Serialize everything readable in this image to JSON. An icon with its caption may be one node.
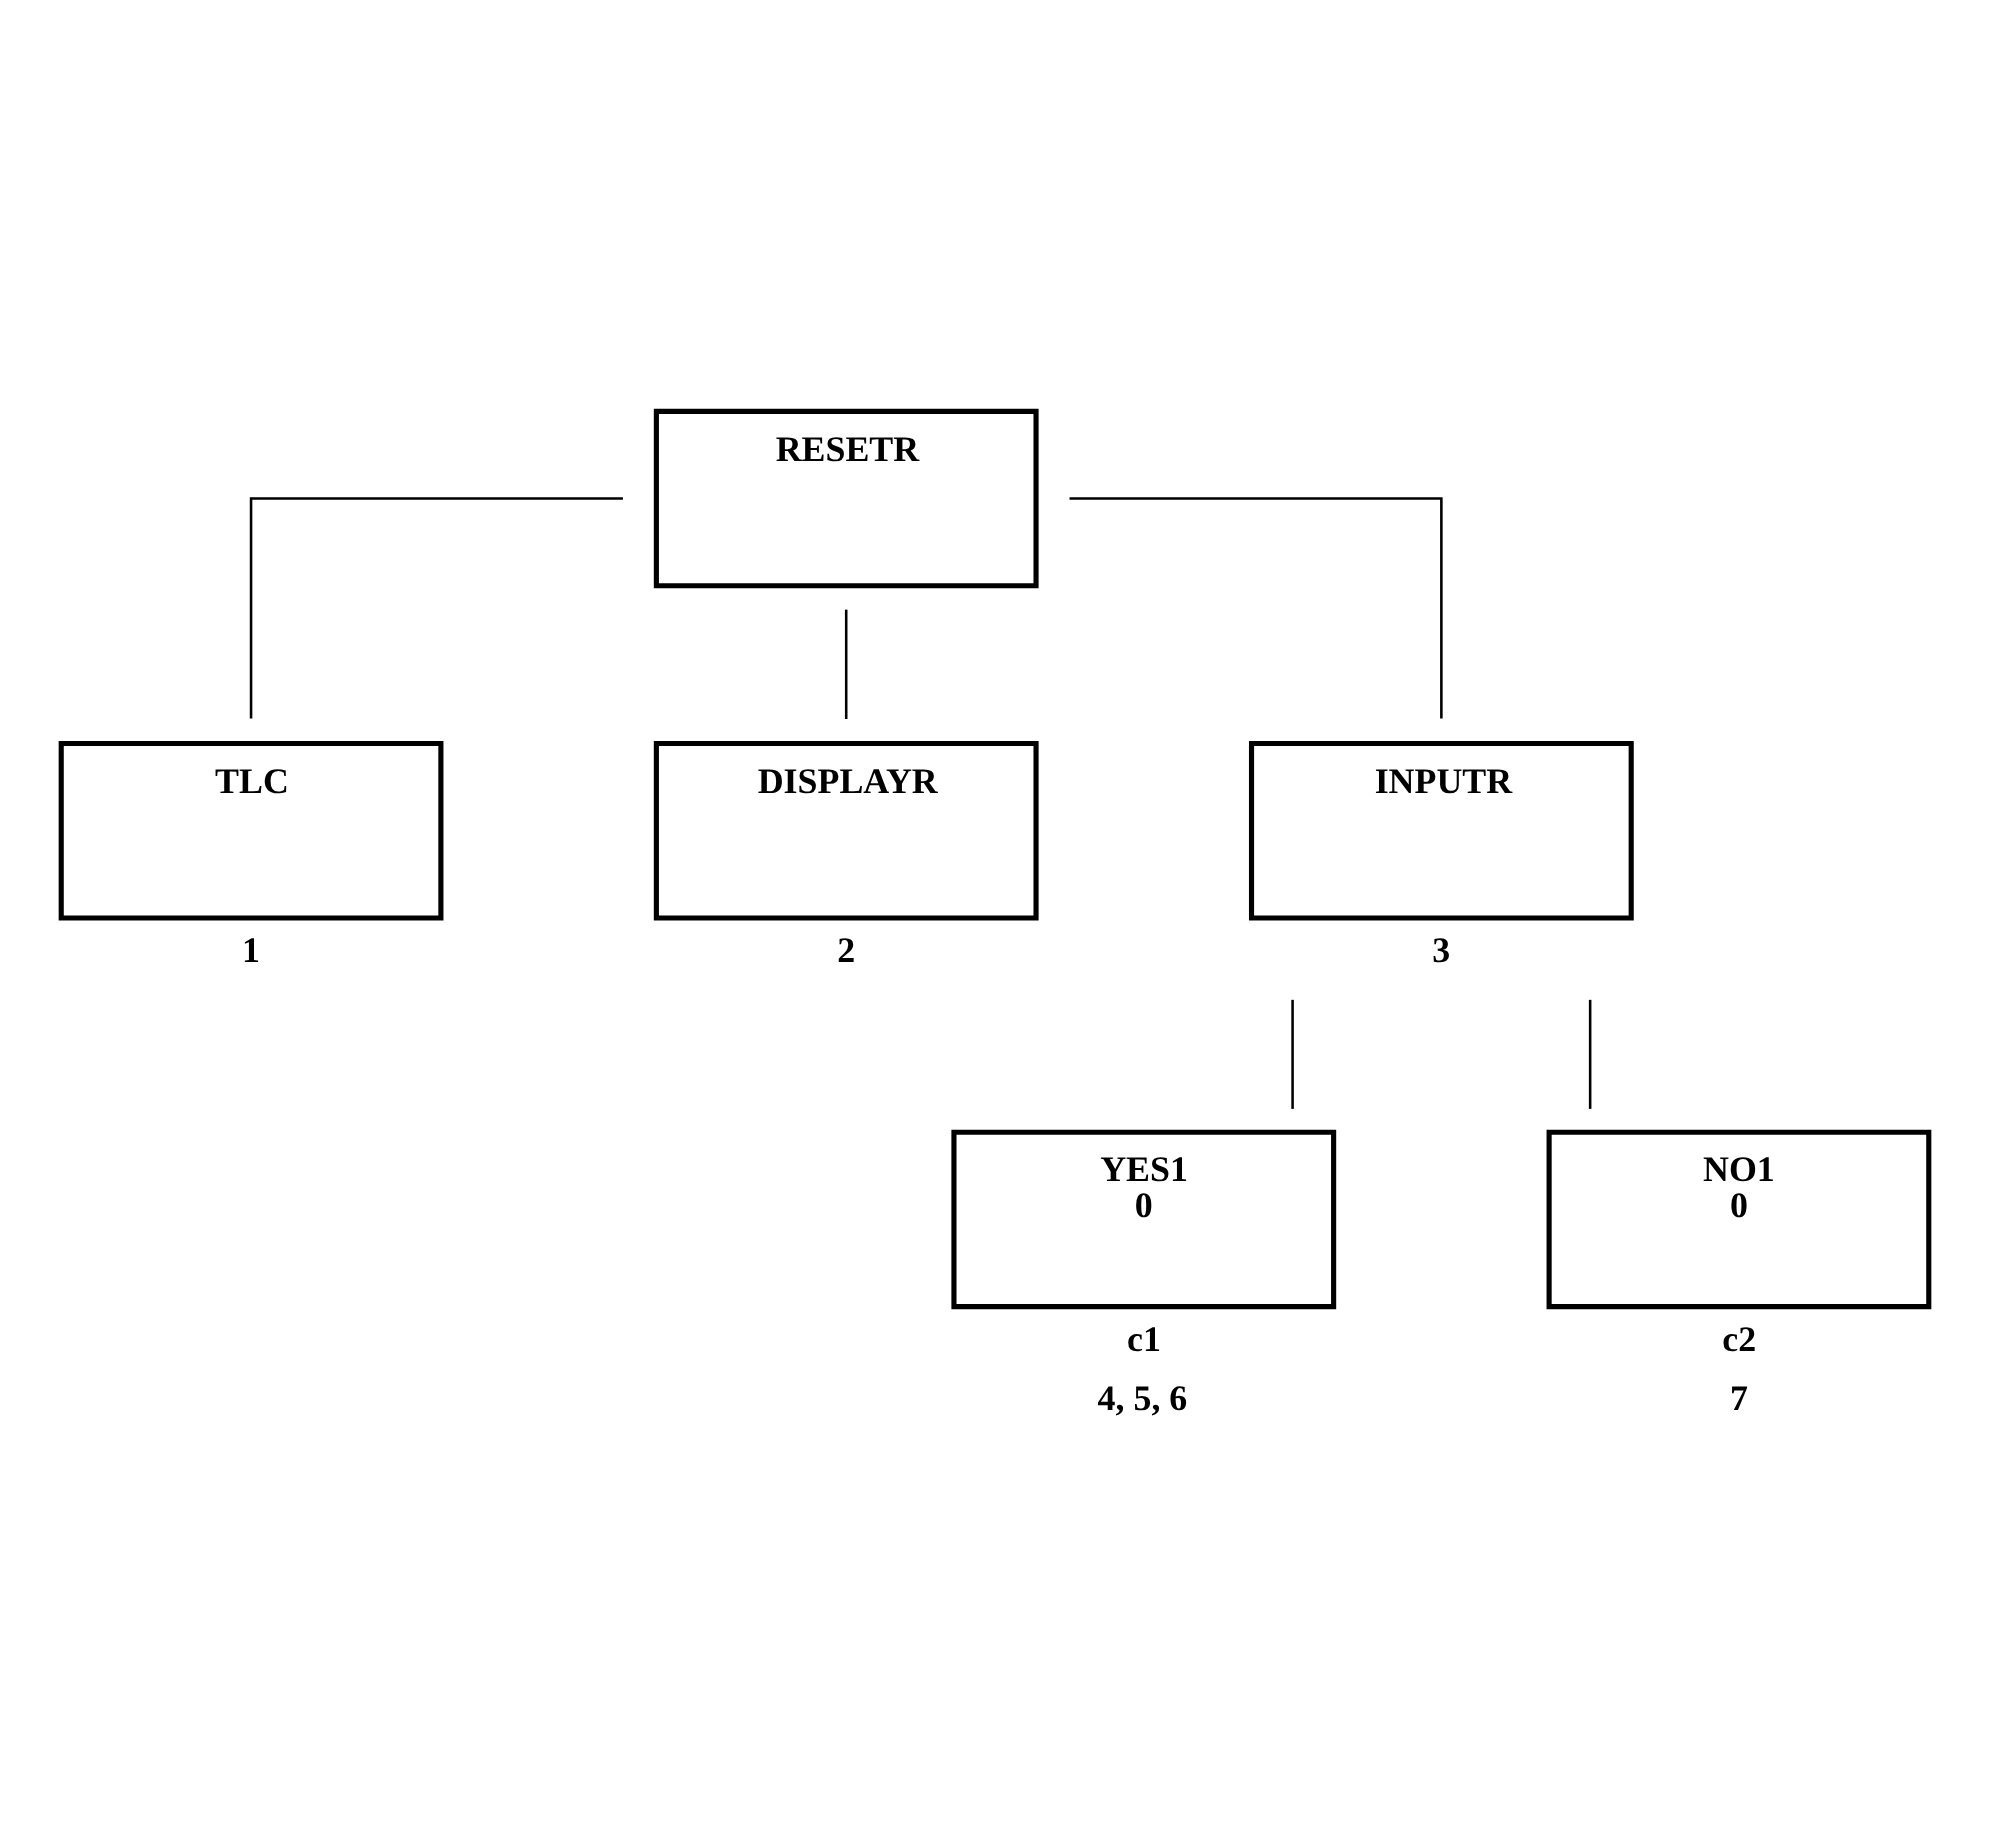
{
  "diagram": {
    "nodes": [
      {
        "text": [
          "RESETR"
        ]
      },
      {
        "text": [
          "TLC"
        ],
        "beside": [
          "1"
        ]
      },
      {
        "text": [
          "DISPLAYR"
        ],
        "beside": [
          "2"
        ]
      },
      {
        "text": [
          "INPUTR"
        ],
        "beside": [
          "3"
        ]
      },
      {
        "text": [
          "YES1",
          "0"
        ],
        "beside": [
          "c1",
          "4, 5, 6"
        ]
      },
      {
        "text": [
          "NO1",
          "0"
        ],
        "beside": [
          "c2",
          "7"
        ]
      }
    ],
    "edges": [
      {
        "from": 0,
        "to": 1,
        "arrow": "none"
      },
      {
        "from": 0,
        "to": 2,
        "arrow": "none"
      },
      {
        "from": 0,
        "to": 3,
        "arrow": "none"
      },
      {
        "from": 3,
        "to": 4,
        "arrow": "none"
      },
      {
        "from": 3,
        "to": 5,
        "arrow": "none"
      }
    ]
  }
}
